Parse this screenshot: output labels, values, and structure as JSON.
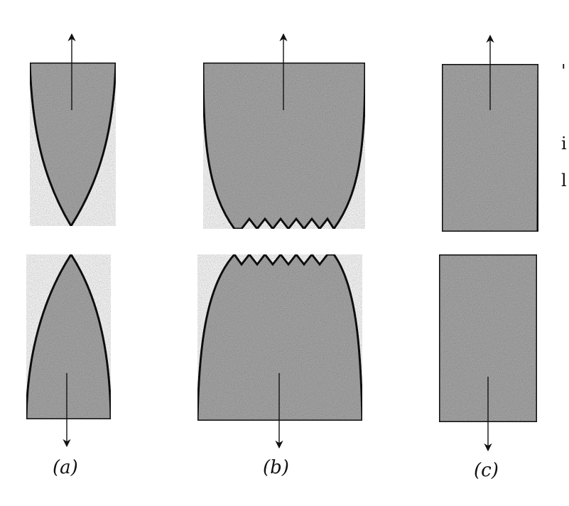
{
  "figure": {
    "colors": {
      "ink": "#111111",
      "specimen_fill": "#aaaaaa",
      "background": "#ffffff"
    },
    "panels": [
      {
        "id": "a",
        "label": "(a)",
        "fracture": "ductile-cup-cone point fracture"
      },
      {
        "id": "b",
        "label": "(b)",
        "fracture": "moderately ductile fracture with jagged surface"
      },
      {
        "id": "c",
        "label": "(c)",
        "fracture": "brittle fracture with flat surface"
      }
    ],
    "cropped_edge_text": [
      "'",
      "i",
      "l"
    ]
  }
}
